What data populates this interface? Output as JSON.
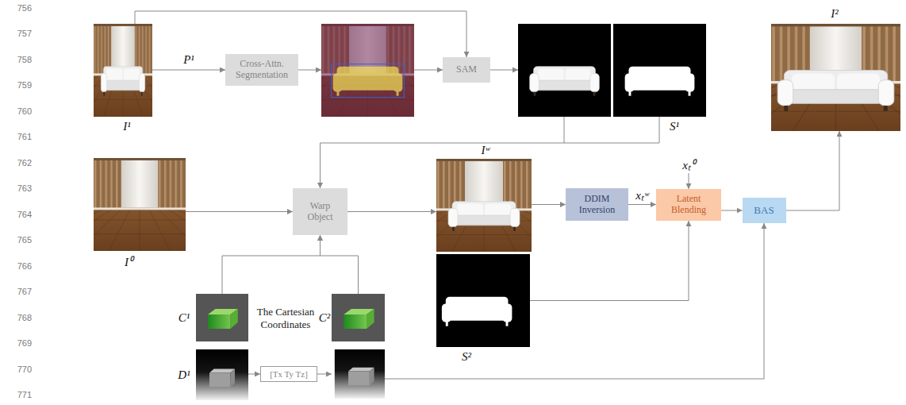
{
  "diagram": {
    "nodes": [
      {
        "text": [
          "I¹"
        ]
      },
      {
        "text": [
          "Cross-Attn. Segmentation"
        ]
      },
      {
        "text": [
          "SAM"
        ]
      },
      {
        "text": [
          "S¹"
        ]
      },
      {
        "text": [
          "I²"
        ]
      },
      {
        "text": [
          "I⁰"
        ]
      },
      {
        "text": [
          "Warp Object"
        ]
      },
      {
        "text": [
          "Iʷ"
        ]
      },
      {
        "text": [
          "DDIM Inversion"
        ]
      },
      {
        "text": [
          "Latent Blending"
        ]
      },
      {
        "text": [
          "BAS"
        ]
      },
      {
        "text": [
          "S²"
        ]
      },
      {
        "text": [
          "C¹"
        ]
      },
      {
        "text": [
          "C²"
        ]
      },
      {
        "text": [
          "D¹"
        ]
      },
      {
        "text": [
          "[Tx Ty Tz]"
        ]
      }
    ],
    "edges": [
      {
        "from": 0,
        "to": 1,
        "label": "P¹",
        "arrow": "to"
      },
      {
        "from": 0,
        "to": 2,
        "arrow": "to"
      },
      {
        "from": 2,
        "to": 3,
        "arrow": "to"
      },
      {
        "from": 3,
        "to": 6,
        "arrow": "to"
      },
      {
        "from": 5,
        "to": 6,
        "arrow": "to"
      },
      {
        "from": 12,
        "to": 6,
        "arrow": "to"
      },
      {
        "from": 13,
        "to": 6,
        "arrow": "to"
      },
      {
        "from": 6,
        "to": 7,
        "arrow": "to"
      },
      {
        "from": 7,
        "to": 8,
        "arrow": "to"
      },
      {
        "from": 8,
        "to": 9,
        "label": "xₜʷ",
        "arrow": "to"
      },
      {
        "from": 11,
        "to": 9,
        "arrow": "to"
      },
      {
        "from": 9,
        "to": 10,
        "arrow": "to"
      },
      {
        "from": 10,
        "to": 4,
        "arrow": "to"
      },
      {
        "from": 14,
        "to": 15,
        "arrow": "to"
      }
    ],
    "labels": [
      "756",
      "757",
      "758",
      "759",
      "760",
      "761",
      "762",
      "763",
      "764",
      "765",
      "766",
      "767",
      "768",
      "769",
      "770",
      "771",
      "The Cartesian Coordinates",
      "xₜ⁰"
    ]
  }
}
